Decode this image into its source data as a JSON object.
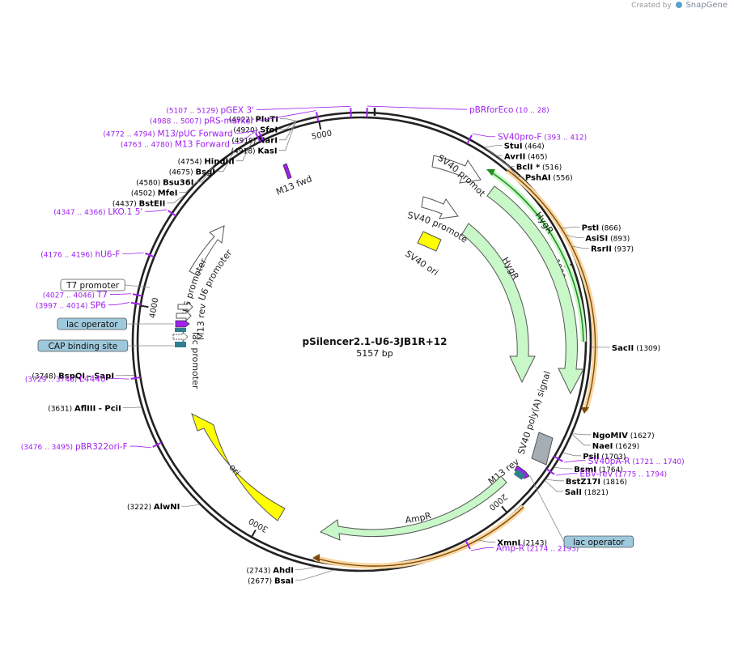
{
  "watermark": {
    "prefix": "Created by",
    "brand": "SnapGene"
  },
  "plasmid": {
    "name": "pSilencer2.1-U6-3JB1R+12",
    "size": "5157 bp",
    "total_bp": 5157
  },
  "ticks": [
    {
      "bp": 1000,
      "label": "1000"
    },
    {
      "bp": 2000,
      "label": "2000"
    },
    {
      "bp": 3000,
      "label": "3000"
    },
    {
      "bp": 4000,
      "label": "4000"
    },
    {
      "bp": 5000,
      "label": "5000"
    }
  ],
  "enzymes": [
    {
      "name": "PluTI",
      "pos": "(4922)",
      "bp": 4922,
      "side": "L"
    },
    {
      "name": "SfoI",
      "pos": "(4920)",
      "bp": 4920,
      "side": "L"
    },
    {
      "name": "NarI",
      "pos": "(4919)",
      "bp": 4919,
      "side": "L"
    },
    {
      "name": "KasI",
      "pos": "(4918)",
      "bp": 4918,
      "side": "L"
    },
    {
      "name": "HindIII",
      "pos": "(4754)",
      "bp": 4754,
      "side": "L"
    },
    {
      "name": "BsgI",
      "pos": "(4675)",
      "bp": 4675,
      "side": "L"
    },
    {
      "name": "Bsu36I",
      "pos": "(4580)",
      "bp": 4580,
      "side": "L"
    },
    {
      "name": "MfeI",
      "pos": "(4502)",
      "bp": 4502,
      "side": "L"
    },
    {
      "name": "BstEII",
      "pos": "(4437)",
      "bp": 4437,
      "side": "L"
    },
    {
      "name": "BspQI",
      "pos": "(3748)",
      "bp": 3748,
      "side": "L",
      "extra": " - SapI"
    },
    {
      "name": "AflIII",
      "pos": "(3631)",
      "bp": 3631,
      "side": "L",
      "extra": " - PciI"
    },
    {
      "name": "AlwNI",
      "pos": "(3222)",
      "bp": 3222,
      "side": "L"
    },
    {
      "name": "AhdI",
      "pos": "(2743)",
      "bp": 2743,
      "side": "L"
    },
    {
      "name": "BsaI",
      "pos": "(2677)",
      "bp": 2677,
      "side": "L"
    },
    {
      "name": "StuI",
      "pos": "(464)",
      "bp": 464,
      "side": "R"
    },
    {
      "name": "AvrII",
      "pos": "(465)",
      "bp": 465,
      "side": "R"
    },
    {
      "name": "BclI *",
      "pos": "(516)",
      "bp": 516,
      "side": "R"
    },
    {
      "name": "PshAI",
      "pos": "(556)",
      "bp": 556,
      "side": "R"
    },
    {
      "name": "PstI",
      "pos": "(866)",
      "bp": 866,
      "side": "R"
    },
    {
      "name": "AsiSI",
      "pos": "(893)",
      "bp": 893,
      "side": "R"
    },
    {
      "name": "RsrII",
      "pos": "(937)",
      "bp": 937,
      "side": "R"
    },
    {
      "name": "SacII",
      "pos": "(1309)",
      "bp": 1309,
      "side": "R"
    },
    {
      "name": "NgoMIV",
      "pos": "(1627)",
      "bp": 1627,
      "side": "R"
    },
    {
      "name": "NaeI",
      "pos": "(1629)",
      "bp": 1629,
      "side": "R"
    },
    {
      "name": "PsiI",
      "pos": "(1703)",
      "bp": 1703,
      "side": "R"
    },
    {
      "name": "BsmI",
      "pos": "(1764)",
      "bp": 1764,
      "side": "R"
    },
    {
      "name": "BstZ17I",
      "pos": "(1816)",
      "bp": 1816,
      "side": "R"
    },
    {
      "name": "SalI",
      "pos": "(1821)",
      "bp": 1821,
      "side": "R"
    },
    {
      "name": "XmnI",
      "pos": "(2143)",
      "bp": 2143,
      "side": "R"
    }
  ],
  "primers": [
    {
      "name": "pGEX 3'",
      "range": "(5107 .. 5129)",
      "bp": 5118,
      "side": "L"
    },
    {
      "name": "pRS-marker",
      "range": "(4988 .. 5007)",
      "bp": 4997,
      "side": "L"
    },
    {
      "name": "M13/pUC Forward",
      "range": "(4772 .. 4794)",
      "bp": 4783,
      "side": "L"
    },
    {
      "name": "M13 Forward",
      "range": "(4763 .. 4780)",
      "bp": 4771,
      "side": "L"
    },
    {
      "name": "LKO.1 5'",
      "range": "(4347 .. 4366)",
      "bp": 4356,
      "side": "L"
    },
    {
      "name": "hU6-F",
      "range": "(4176 .. 4196)",
      "bp": 4186,
      "side": "L"
    },
    {
      "name": "T7",
      "range": "(4027 .. 4046)",
      "bp": 4036,
      "side": "L"
    },
    {
      "name": "SP6",
      "range": "(3997 .. 4014)",
      "bp": 4005,
      "side": "L"
    },
    {
      "name": "L4440",
      "range": "(3729 .. 3746)",
      "bp": 3737,
      "side": "L"
    },
    {
      "name": "pBR322ori-F",
      "range": "(3476 .. 3495)",
      "bp": 3485,
      "side": "L"
    },
    {
      "name": "pBRforEco",
      "range": "(10 .. 28)",
      "bp": 19,
      "side": "R"
    },
    {
      "name": "SV40pro-F",
      "range": "(393 .. 412)",
      "bp": 402,
      "side": "R"
    },
    {
      "name": "SV40pA-R",
      "range": "(1721 .. 1740)",
      "bp": 1730,
      "side": "R"
    },
    {
      "name": "EBV-rev",
      "range": "(1775 .. 1794)",
      "bp": 1784,
      "side": "R"
    },
    {
      "name": "Amp-R",
      "range": "(2174 .. 2193)",
      "bp": 2183,
      "side": "R"
    }
  ],
  "boxed_labels": [
    {
      "name": "T7 promoter",
      "style": "white"
    },
    {
      "name": "lac operator",
      "style": "blue"
    },
    {
      "name": "CAP binding site",
      "style": "blue"
    },
    {
      "name": "lac operator",
      "style": "blue"
    }
  ],
  "features": [
    {
      "name": "SV40 promoter",
      "type": "promoter",
      "color": "#ffffff"
    },
    {
      "name": "SV40 promoter",
      "type": "promoter",
      "color": "#ffffff"
    },
    {
      "name": "SV40 ori",
      "type": "rep_origin",
      "color": "#ffff00"
    },
    {
      "name": "HygR",
      "type": "CDS",
      "color": "#c8f7c8"
    },
    {
      "name": "HygR",
      "type": "CDS",
      "color": "#c8f7c8"
    },
    {
      "name": "SV40 poly(A) signal",
      "type": "polyA",
      "color": "#a5adb5"
    },
    {
      "name": "M13 rev",
      "type": "primer_bind",
      "color": "#a020f0"
    },
    {
      "name": "AmpR",
      "type": "CDS",
      "color": "#c8f7c8"
    },
    {
      "name": "ori",
      "type": "rep_origin",
      "color": "#ffff00"
    },
    {
      "name": "SP6 promoter",
      "type": "promoter",
      "color": "#ffffff"
    },
    {
      "name": "U6 promoter",
      "type": "promoter",
      "color": "#ffffff"
    },
    {
      "name": "M13 rev",
      "type": "primer_bind",
      "color": "#a020f0"
    },
    {
      "name": "lac promoter",
      "type": "promoter",
      "color": "#ffffff"
    },
    {
      "name": "M13 fwd",
      "type": "primer_bind",
      "color": "#a020f0"
    }
  ],
  "colors": {
    "enzyme_text": "#000000",
    "primer_text": "#a020f0",
    "backbone": "#222222",
    "orf_green": "#1f8f1f",
    "orf_orange": "#f5a623",
    "box_blue": "#9ec9dc"
  }
}
